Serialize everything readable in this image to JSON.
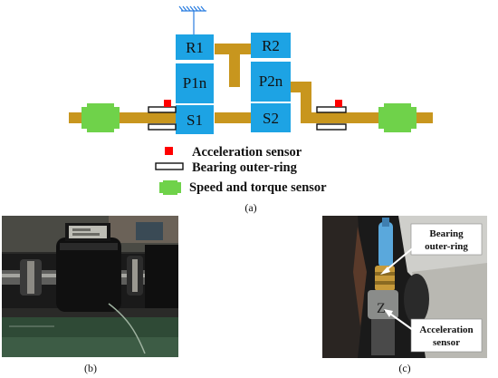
{
  "schematic": {
    "blocks": {
      "r1": "R1",
      "r2": "R2",
      "p1n": "P1n",
      "p2n": "P2n",
      "s1": "S1",
      "s2": "S2"
    },
    "legend": [
      {
        "marker": "red-square",
        "label": "Acceleration sensor"
      },
      {
        "marker": "bearing-outline",
        "label": "Bearing outer-ring"
      },
      {
        "marker": "green-sensor",
        "label": "Speed and torque sensor"
      }
    ],
    "caption": "(a)"
  },
  "photos": {
    "b": {
      "caption": "(b)"
    },
    "c": {
      "caption": "(c)",
      "callout_bearing": [
        "Bearing",
        "outer-ring"
      ],
      "callout_sensor": [
        "Acceleration",
        "sensor"
      ]
    }
  },
  "colors": {
    "block": "#1da3e4",
    "shaft": "#c8961e",
    "sensor_green": "#6fd24a",
    "accel_red": "#ff0000",
    "ground_hatch": "#2a7de0"
  }
}
